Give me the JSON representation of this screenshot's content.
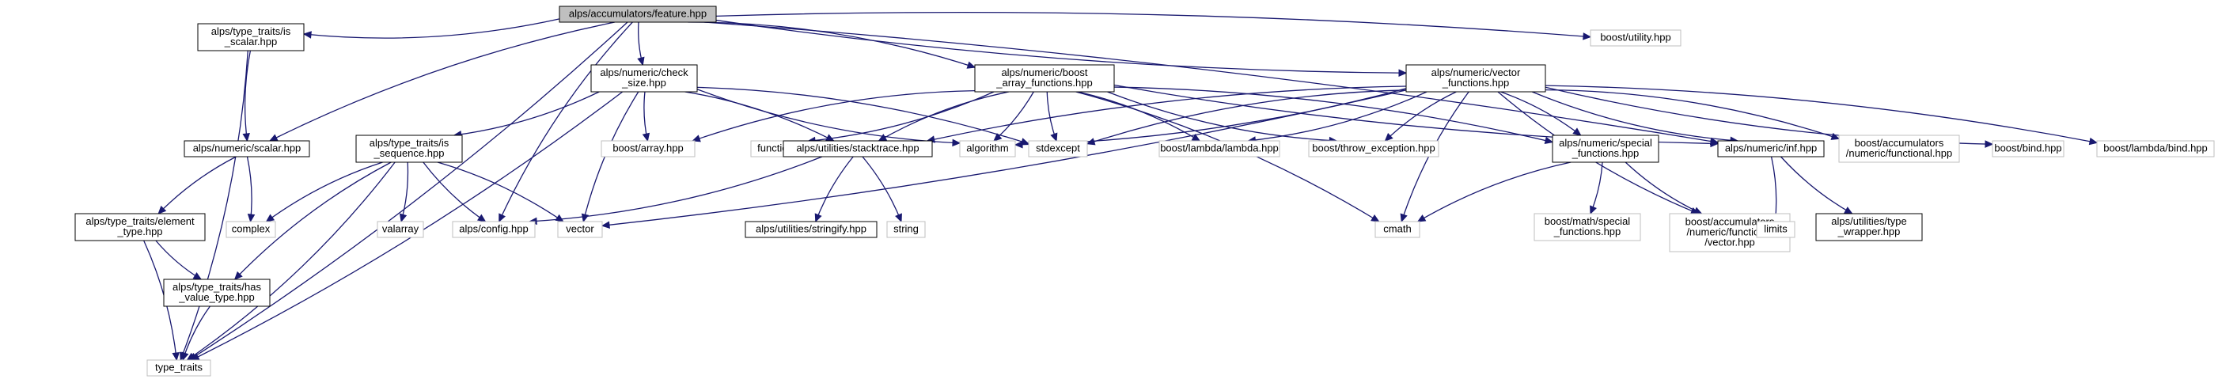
{
  "diagram": {
    "type": "include-dependency-graph",
    "colors": {
      "edge": "#191970",
      "root_fill": "#bfbfbf",
      "box_fill": "#ffffff",
      "documented_border": "#000000",
      "external_border": "#bfbfbf",
      "text": "#000000"
    },
    "nodes": [
      {
        "id": "root",
        "lines": [
          "alps/accumulators/feature.hpp"
        ],
        "kind": "root"
      },
      {
        "id": "is_scalar",
        "lines": [
          "alps/type_traits/is",
          "_scalar.hpp"
        ],
        "kind": "documented"
      },
      {
        "id": "check_size",
        "lines": [
          "alps/numeric/check",
          "_size.hpp"
        ],
        "kind": "documented"
      },
      {
        "id": "boost_array_functions",
        "lines": [
          "alps/numeric/boost",
          "_array_functions.hpp"
        ],
        "kind": "documented"
      },
      {
        "id": "vector_functions",
        "lines": [
          "alps/numeric/vector",
          "_functions.hpp"
        ],
        "kind": "documented"
      },
      {
        "id": "boost_utility",
        "lines": [
          "boost/utility.hpp"
        ],
        "kind": "external"
      },
      {
        "id": "scalar",
        "lines": [
          "alps/numeric/scalar.hpp"
        ],
        "kind": "documented"
      },
      {
        "id": "is_sequence",
        "lines": [
          "alps/type_traits/is",
          "_sequence.hpp"
        ],
        "kind": "documented"
      },
      {
        "id": "boost_array",
        "lines": [
          "boost/array.hpp"
        ],
        "kind": "external"
      },
      {
        "id": "functional",
        "lines": [
          "functional"
        ],
        "kind": "external"
      },
      {
        "id": "stacktrace",
        "lines": [
          "alps/utilities/stacktrace.hpp"
        ],
        "kind": "documented"
      },
      {
        "id": "algorithm",
        "lines": [
          "algorithm"
        ],
        "kind": "external"
      },
      {
        "id": "stdexcept",
        "lines": [
          "stdexcept"
        ],
        "kind": "external"
      },
      {
        "id": "lambda",
        "lines": [
          "boost/lambda/lambda.hpp"
        ],
        "kind": "external"
      },
      {
        "id": "throw_exception",
        "lines": [
          "boost/throw_exception.hpp"
        ],
        "kind": "external"
      },
      {
        "id": "special_functions",
        "lines": [
          "alps/numeric/special",
          "_functions.hpp"
        ],
        "kind": "documented"
      },
      {
        "id": "inf",
        "lines": [
          "alps/numeric/inf.hpp"
        ],
        "kind": "documented"
      },
      {
        "id": "acc_functional",
        "lines": [
          "boost/accumulators",
          "/numeric/functional.hpp"
        ],
        "kind": "external"
      },
      {
        "id": "boost_bind",
        "lines": [
          "boost/bind.hpp"
        ],
        "kind": "external"
      },
      {
        "id": "lambda_bind",
        "lines": [
          "boost/lambda/bind.hpp"
        ],
        "kind": "external"
      },
      {
        "id": "element_type",
        "lines": [
          "alps/type_traits/element",
          "_type.hpp"
        ],
        "kind": "documented"
      },
      {
        "id": "complex",
        "lines": [
          "complex"
        ],
        "kind": "external"
      },
      {
        "id": "valarray",
        "lines": [
          "valarray"
        ],
        "kind": "external"
      },
      {
        "id": "config",
        "lines": [
          "alps/config.hpp"
        ],
        "kind": "external"
      },
      {
        "id": "vector",
        "lines": [
          "vector"
        ],
        "kind": "external"
      },
      {
        "id": "stringify",
        "lines": [
          "alps/utilities/stringify.hpp"
        ],
        "kind": "documented"
      },
      {
        "id": "string",
        "lines": [
          "string"
        ],
        "kind": "external"
      },
      {
        "id": "cmath",
        "lines": [
          "cmath"
        ],
        "kind": "external"
      },
      {
        "id": "math_special",
        "lines": [
          "boost/math/special",
          "_functions.hpp"
        ],
        "kind": "external"
      },
      {
        "id": "acc_vector",
        "lines": [
          "boost/accumulators",
          "/numeric/functional",
          "/vector.hpp"
        ],
        "kind": "external"
      },
      {
        "id": "limits",
        "lines": [
          "limits"
        ],
        "kind": "external"
      },
      {
        "id": "type_wrapper",
        "lines": [
          "alps/utilities/type",
          "_wrapper.hpp"
        ],
        "kind": "documented"
      },
      {
        "id": "has_value_type",
        "lines": [
          "alps/type_traits/has",
          "_value_type.hpp"
        ],
        "kind": "documented"
      },
      {
        "id": "type_traits",
        "lines": [
          "type_traits"
        ],
        "kind": "external"
      }
    ],
    "edges": [
      [
        "root",
        "is_scalar"
      ],
      [
        "root",
        "check_size"
      ],
      [
        "root",
        "boost_array_functions"
      ],
      [
        "root",
        "vector_functions"
      ],
      [
        "root",
        "boost_utility"
      ],
      [
        "root",
        "scalar"
      ],
      [
        "root",
        "type_traits"
      ],
      [
        "root",
        "config"
      ],
      [
        "root",
        "inf"
      ],
      [
        "is_scalar",
        "scalar"
      ],
      [
        "is_scalar",
        "type_traits"
      ],
      [
        "scalar",
        "element_type"
      ],
      [
        "scalar",
        "complex"
      ],
      [
        "element_type",
        "has_value_type"
      ],
      [
        "element_type",
        "type_traits"
      ],
      [
        "has_value_type",
        "type_traits"
      ],
      [
        "check_size",
        "is_sequence"
      ],
      [
        "check_size",
        "boost_array"
      ],
      [
        "check_size",
        "stacktrace"
      ],
      [
        "check_size",
        "algorithm"
      ],
      [
        "check_size",
        "stdexcept"
      ],
      [
        "check_size",
        "vector"
      ],
      [
        "check_size",
        "type_traits"
      ],
      [
        "is_sequence",
        "complex"
      ],
      [
        "is_sequence",
        "valarray"
      ],
      [
        "is_sequence",
        "config"
      ],
      [
        "is_sequence",
        "vector"
      ],
      [
        "is_sequence",
        "has_value_type"
      ],
      [
        "is_sequence",
        "type_traits"
      ],
      [
        "boost_array_functions",
        "boost_array"
      ],
      [
        "boost_array_functions",
        "functional"
      ],
      [
        "boost_array_functions",
        "stacktrace"
      ],
      [
        "boost_array_functions",
        "algorithm"
      ],
      [
        "boost_array_functions",
        "stdexcept"
      ],
      [
        "boost_array_functions",
        "lambda"
      ],
      [
        "boost_array_functions",
        "throw_exception"
      ],
      [
        "boost_array_functions",
        "special_functions"
      ],
      [
        "boost_array_functions",
        "inf"
      ],
      [
        "boost_array_functions",
        "cmath"
      ],
      [
        "vector_functions",
        "stacktrace"
      ],
      [
        "vector_functions",
        "algorithm"
      ],
      [
        "vector_functions",
        "stdexcept"
      ],
      [
        "vector_functions",
        "lambda"
      ],
      [
        "vector_functions",
        "throw_exception"
      ],
      [
        "vector_functions",
        "special_functions"
      ],
      [
        "vector_functions",
        "inf"
      ],
      [
        "vector_functions",
        "acc_functional"
      ],
      [
        "vector_functions",
        "boost_bind"
      ],
      [
        "vector_functions",
        "lambda_bind"
      ],
      [
        "vector_functions",
        "cmath"
      ],
      [
        "vector_functions",
        "vector"
      ],
      [
        "vector_functions",
        "acc_vector"
      ],
      [
        "stacktrace",
        "config"
      ],
      [
        "stacktrace",
        "stringify"
      ],
      [
        "stacktrace",
        "string"
      ],
      [
        "special_functions",
        "cmath"
      ],
      [
        "special_functions",
        "math_special"
      ],
      [
        "special_functions",
        "acc_vector"
      ],
      [
        "inf",
        "limits"
      ],
      [
        "inf",
        "type_wrapper"
      ]
    ]
  }
}
